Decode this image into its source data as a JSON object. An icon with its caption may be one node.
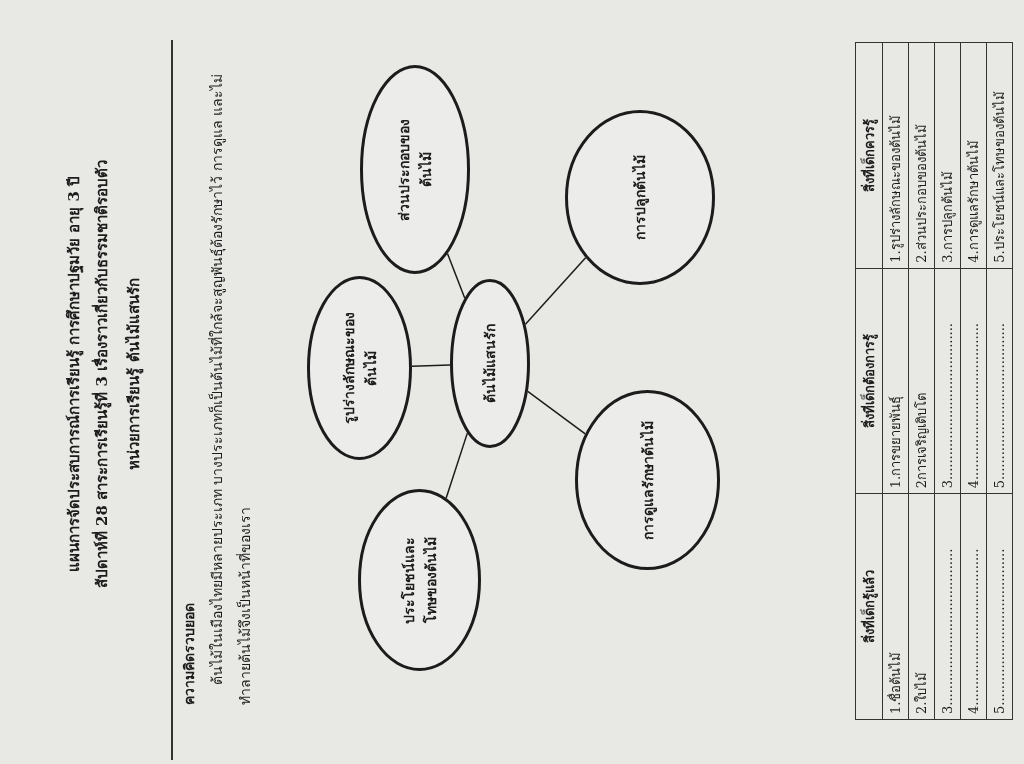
{
  "diagram": {
    "title": "แผนการจัดประสบการณ์การเรียนรู้ การศึกษาปฐมวัย อายุ 3 ปี",
    "nodes": [
      {
        "text": [
          "ต้นไม้แสนรัก"
        ]
      },
      {
        "text": [
          "ส่วนประกอบของต้นไม้"
        ]
      },
      {
        "text": [
          "รูปร่างลักษณะของต้นไม้"
        ]
      },
      {
        "text": [
          "ประโยชน์และโทษของต้นไม้"
        ]
      },
      {
        "text": [
          "การปลูกต้นไม้"
        ]
      },
      {
        "text": [
          "การดูแลรักษาต้นไม้"
        ]
      }
    ],
    "edges": [
      {
        "from": 0,
        "to": 1,
        "arrow": "none"
      },
      {
        "from": 0,
        "to": 2,
        "arrow": "none"
      },
      {
        "from": 0,
        "to": 3,
        "arrow": "none"
      },
      {
        "from": 0,
        "to": 4,
        "arrow": "none"
      },
      {
        "from": 0,
        "to": 5,
        "arrow": "none"
      }
    ],
    "labels": [
      "สัปดาห์ที่ 28 สาระการเรียนรู้ที่ 3 เรื่องราวเกี่ยวกับธรรมชาติรอบตัว",
      "หน่วยการเรียนรู้ ต้นไม้แสนรัก",
      "ความคิดรวบยอด",
      "ต้นไม้ในเมืองไทยมีหลายประเภท บางประเภทก็เป็นต้นไม้ที่ใกล้จะสูญพันธุ์ต้องรักษาไว้ การดูแล และไม่ทำลายต้นไม้จึงเป็นหน้าที่ของเรา",
      "สิ่งที่เด็กรู้แล้ว",
      "สิ่งที่เด็กต้องการรู้",
      "สิ่งที่เด็กควรรู้",
      "1.ชื่อต้นไม้",
      "1.การขยายพันธุ์",
      "1.รูปร่างลักษณะของต้นไม้",
      "2.ใบไม้",
      "2การเจริญเติบโต",
      "2.ส่วนประกอบของต้นไม้",
      "3......................................",
      "3......................................",
      "3.การปลูกต้นไม้",
      "4......................................",
      "4......................................",
      "4.การดูแลรักษาต้นไม้",
      "5......................................",
      "5......................................",
      "5.ประโยชน์และโทษของต้นไม้"
    ]
  }
}
